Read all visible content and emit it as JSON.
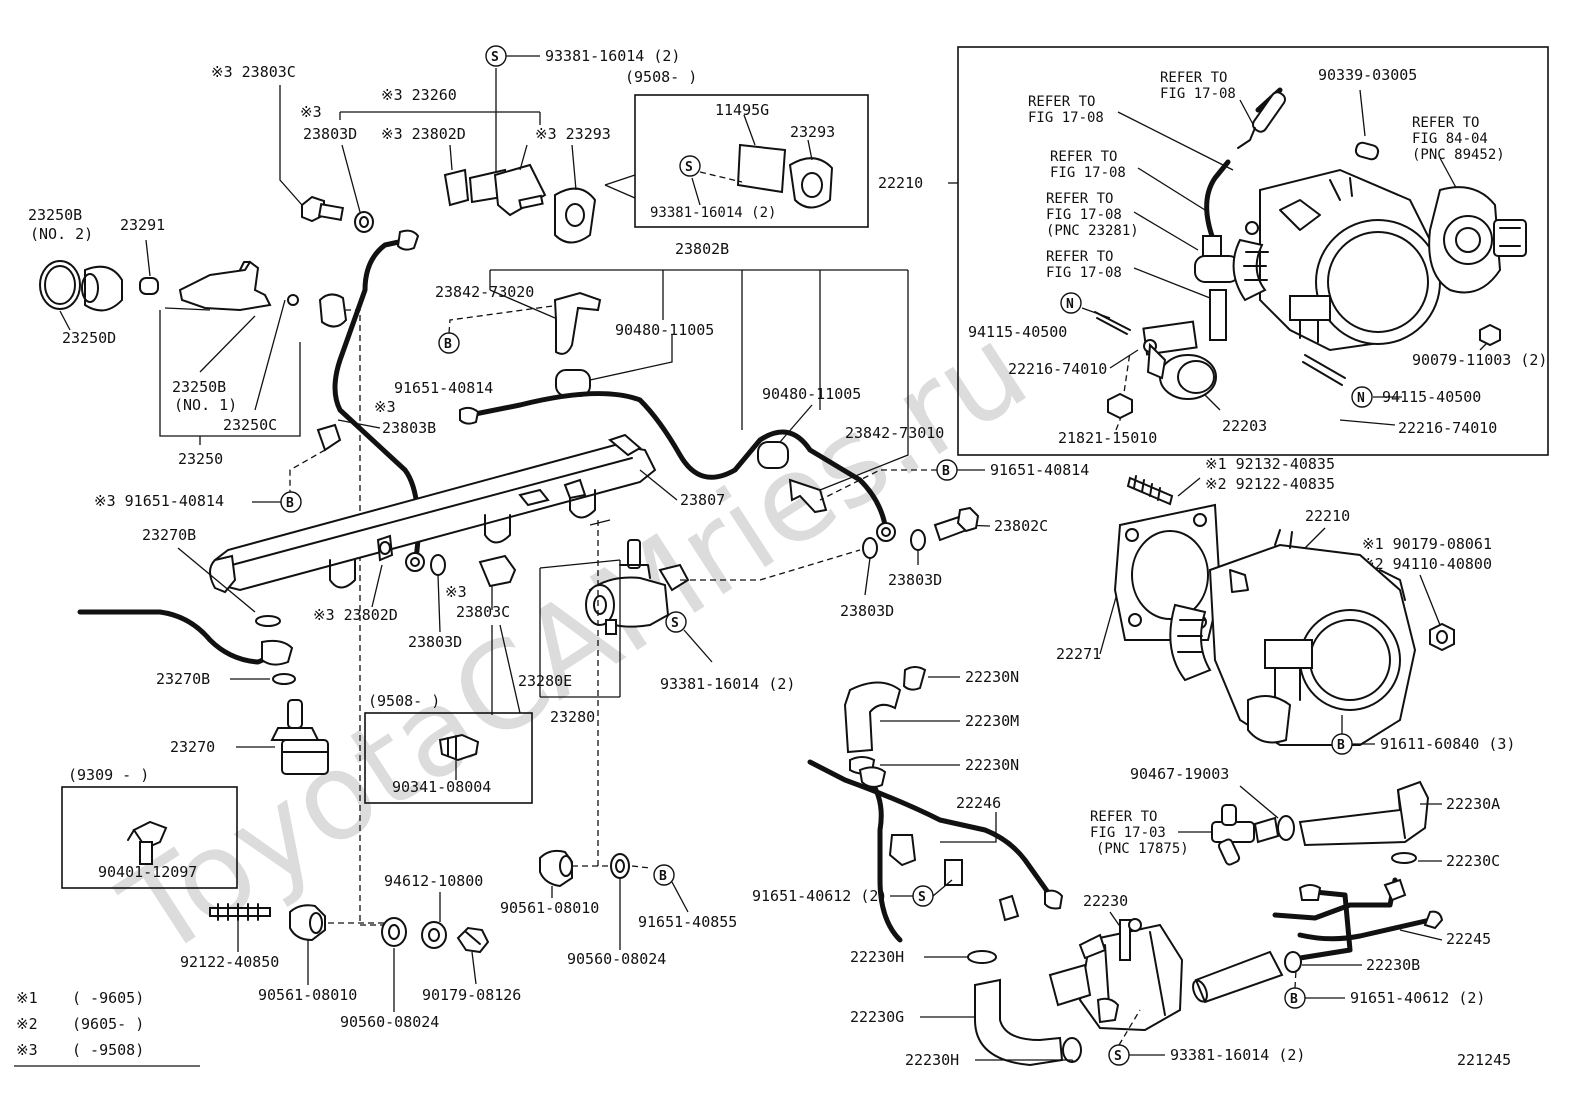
{
  "watermark": "ToyotaCAMries.ru",
  "figure_code": "221245",
  "legend": [
    {
      "mark": "※1",
      "range": "(      -9605)"
    },
    {
      "mark": "※2",
      "range": "(9605-      )"
    },
    {
      "mark": "※3",
      "range": "(      -9508)"
    }
  ],
  "symbols": {
    "s": "S",
    "b": "B",
    "n": "N"
  },
  "inset_throttle": {
    "box_ref": "22210",
    "labels": [
      {
        "id": "rt1",
        "lines": [
          "REFER TO",
          "FIG 17-08"
        ]
      },
      {
        "id": "rt2",
        "lines": [
          "REFER TO",
          "FIG 17-08"
        ]
      },
      {
        "id": "rt3",
        "lines": [
          "REFER TO",
          "FIG 17-08"
        ]
      },
      {
        "id": "rt4",
        "lines": [
          "REFER TO",
          "FIG 17-08",
          "(PNC 23281)"
        ]
      },
      {
        "id": "rt5",
        "lines": [
          "REFER TO",
          "FIG 17-08"
        ]
      },
      {
        "id": "rt6",
        "lines": [
          "REFER TO",
          "FIG 84-04",
          "(PNC 89452)"
        ]
      },
      {
        "id": "p1",
        "lines": [
          "90339-03005"
        ]
      },
      {
        "id": "p2",
        "lines": [
          "94115-40500"
        ]
      },
      {
        "id": "p3",
        "lines": [
          "22216-74010"
        ]
      },
      {
        "id": "p4",
        "lines": [
          "21821-15010"
        ]
      },
      {
        "id": "p5",
        "lines": [
          "22203"
        ]
      },
      {
        "id": "p6",
        "lines": [
          "94115-40500"
        ]
      },
      {
        "id": "p7",
        "lines": [
          "22216-74010"
        ]
      },
      {
        "id": "p8",
        "lines": [
          "90079-11003 (2)"
        ]
      }
    ]
  },
  "inset_9508_top": {
    "header": "(9508-      )",
    "labels": [
      "11495G",
      "23293",
      "93381-16014 (2)"
    ]
  },
  "inset_9508_mid": {
    "header": "(9508-      )",
    "labels": [
      "90341-08004"
    ]
  },
  "inset_9309": {
    "header": "(9309 -      )",
    "labels": [
      "90401-12097"
    ]
  },
  "labels": {
    "l_23803C_top": "※3 23803C",
    "l_93381_top": "93381-16014 (2)",
    "l_23260": "※3 23260",
    "l_m3": "※3",
    "l_23803D_a": "23803D",
    "l_23802D_top": "※3 23802D",
    "l_23293_top": "※3 23293",
    "l_23250B_2": "23250B",
    "l_no2": "(NO. 2)",
    "l_23291": "23291",
    "l_23250D": "23250D",
    "l_23802B": "23802B",
    "l_23842_73020": "23842-73020",
    "l_90480_a": "90480-11005",
    "l_91651_40814_a": "91651-40814",
    "l_23250B_1": "23250B",
    "l_no1": "(NO. 1)",
    "l_23250C": "23250C",
    "l_m3b": "※3",
    "l_23803B": "23803B",
    "l_23250": "23250",
    "l_90480_b": "90480-11005",
    "l_23842_73010": "23842-73010",
    "l_91651_40814_b": "91651-40814",
    "l_91651_40814_c": "※3 91651-40814",
    "l_23807": "23807",
    "l_23802C": "23802C",
    "l_23270B_a": "23270B",
    "l_23803D_b": "23803D",
    "l_23803D_c": "23803D",
    "l_23802D_b": "※3 23802D",
    "l_23803D_d": "23803D",
    "l_m3c": "※3",
    "l_23803C_b": "23803C",
    "l_93381_b": "93381-16014 (2)",
    "l_23280E": "23280E",
    "l_23280": "23280",
    "l_23270B_b": "23270B",
    "l_23270": "23270",
    "l_92132": "※1  92132-40835",
    "l_92122_a": "※2  92122-40835",
    "l_22210_b": "22210",
    "l_90179_08061": "※1  90179-08061",
    "l_94110": "※2  94110-40800",
    "l_22271": "22271",
    "l_91611": "91611-60840 (3)",
    "l_22230N_a": "22230N",
    "l_22230M": "22230M",
    "l_22230N_b": "22230N",
    "l_22246": "22246",
    "l_90467": "90467-19003",
    "l_refer_1703a": "REFER TO",
    "l_refer_1703b": "FIG 17-03",
    "l_refer_1703c": "(PNC 17875)",
    "l_22230A": "22230A",
    "l_22230C": "22230C",
    "l_91651_40612_a": "91651-40612 (2)",
    "l_22230": "22230",
    "l_22245": "22245",
    "l_22230H_a": "22230H",
    "l_22230B": "22230B",
    "l_91651_40612_b": "91651-40612 (2)",
    "l_22230G": "22230G",
    "l_22230H_b": "22230H",
    "l_93381_c": "93381-16014 (2)",
    "l_94612": "94612-10800",
    "l_90561_a": "90561-08010",
    "l_91651_40855": "91651-40855",
    "l_90560_a": "90560-08024",
    "l_92122_b": "92122-40850",
    "l_90561_b": "90561-08010",
    "l_90560_b": "90560-08024",
    "l_90179_08126": "90179-08126"
  }
}
